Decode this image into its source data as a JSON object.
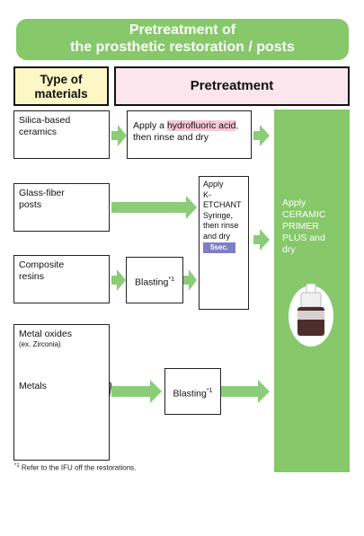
{
  "title": {
    "line1": "Pretreatment of",
    "line2": "the prosthetic restoration / posts"
  },
  "headers": {
    "type_line1": "Type of",
    "type_line2": "materials",
    "pretreatment": "Pretreatment"
  },
  "materials": {
    "silica": {
      "line1": "Silica-based",
      "line2": "ceramics"
    },
    "glass": {
      "line1": "Glass-fiber",
      "line2": "posts"
    },
    "composite": {
      "line1": "Composite",
      "line2": "resins"
    },
    "metal_oxides": {
      "line1": "Metal oxides",
      "line2": "(ex. Zirconia)"
    },
    "metals": "Metals"
  },
  "steps": {
    "hf_pre": "Apply a",
    "hf_hl": "hydrofluoric acid",
    "hf_post": ",",
    "hf_line2": "then rinse and  dry",
    "etchant": [
      "Apply",
      "K-ETCHANT",
      "Syringe,",
      "then rinse",
      "and dry"
    ],
    "seconds": "5sec.",
    "blasting": "Blasting",
    "blasting_mark": "*1"
  },
  "final": [
    "Apply",
    "CERAMIC",
    "PRIMER",
    "PLUS and",
    "dry"
  ],
  "footnote": {
    "mark": "*1",
    "text": "Refer to the IFU off the restorations."
  },
  "colors": {
    "green": "#86c86a",
    "arrow": "#8bcc78",
    "yellow": "#fdf7c6",
    "pink": "#fbe6ee",
    "highlight": "#f6c8d6",
    "timer": "#7d7fc6"
  }
}
